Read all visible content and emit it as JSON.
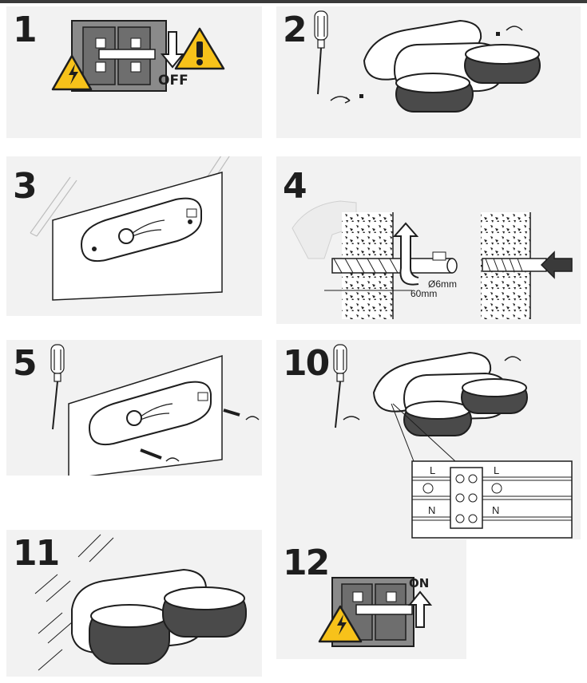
{
  "steps": [
    {
      "number": "1",
      "label": "OFF"
    },
    {
      "number": "2"
    },
    {
      "number": "3"
    },
    {
      "number": "4",
      "hole_diameter": "Ø6mm",
      "hole_depth": "60mm"
    },
    {
      "number": "5"
    },
    {
      "number": "10",
      "wiring": {
        "live": "L",
        "neutral": "N"
      }
    },
    {
      "number": "11"
    },
    {
      "number": "12",
      "label": "ON"
    }
  ],
  "colors": {
    "panel_bg": "#f2f2f2",
    "warning_yellow": "#f7c21a",
    "dark": "#1e1e1e",
    "switch_grey": "#8a8a8a"
  }
}
